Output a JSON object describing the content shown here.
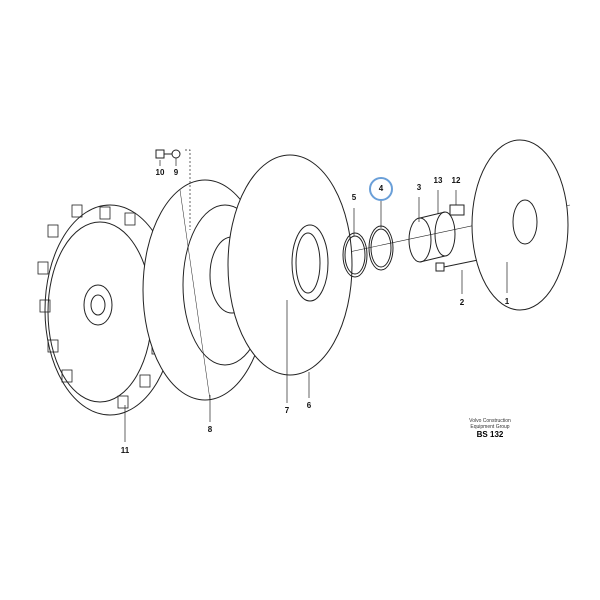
{
  "diagram": {
    "highlight_color": "#6a9fd8",
    "highlighted_part": "4",
    "parts": [
      {
        "id": "p1",
        "label": "1"
      },
      {
        "id": "p2",
        "label": "2"
      },
      {
        "id": "p3",
        "label": "3"
      },
      {
        "id": "p4",
        "label": "4"
      },
      {
        "id": "p5",
        "label": "5"
      },
      {
        "id": "p6",
        "label": "6"
      },
      {
        "id": "p7",
        "label": "7"
      },
      {
        "id": "p8",
        "label": "8"
      },
      {
        "id": "p9",
        "label": "9"
      },
      {
        "id": "p10",
        "label": "10"
      },
      {
        "id": "p11",
        "label": "11"
      },
      {
        "id": "p12",
        "label": "12"
      },
      {
        "id": "p13",
        "label": "13"
      }
    ],
    "caption_line1": "Volvo Construction",
    "caption_line2": "Equipment Group",
    "code": "BS 132"
  }
}
